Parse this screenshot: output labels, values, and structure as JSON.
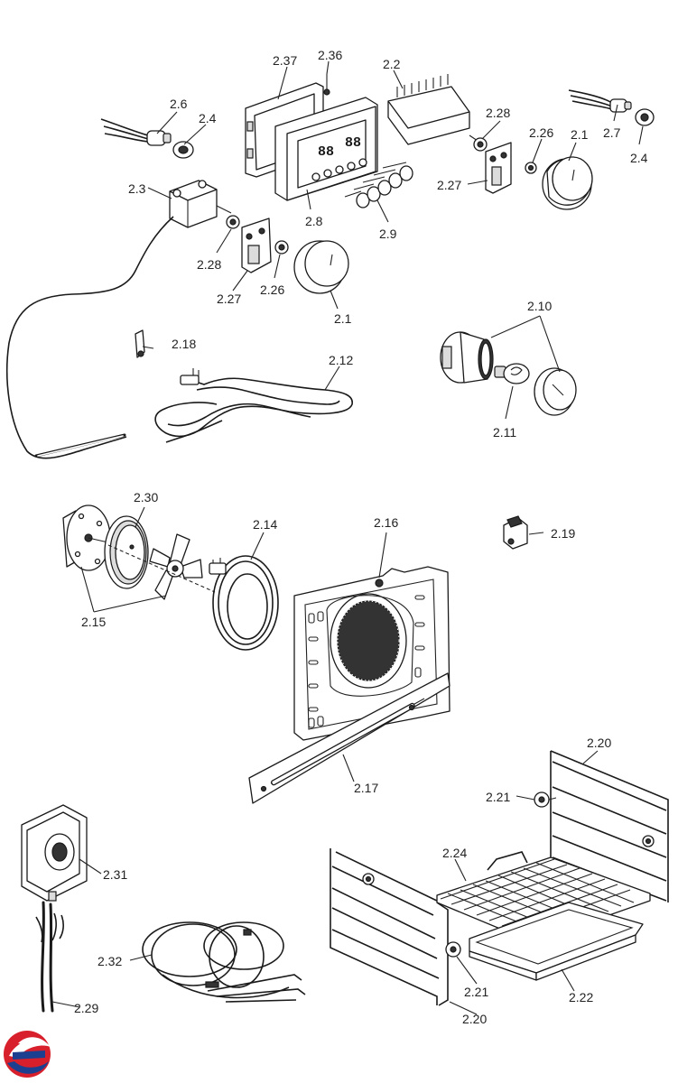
{
  "labels": {
    "l_2_37": "2.37",
    "l_2_36": "2.36",
    "l_2_2": "2.2",
    "l_2_6": "2.6",
    "l_2_4a": "2.4",
    "l_2_28a": "2.28",
    "l_2_26a": "2.26",
    "l_2_1a": "2.1",
    "l_2_7": "2.7",
    "l_2_4b": "2.4",
    "l_2_3": "2.3",
    "l_2_27a": "2.27",
    "l_2_8": "2.8",
    "l_2_9": "2.9",
    "l_2_28b": "2.28",
    "l_2_27b": "2.27",
    "l_2_26b": "2.26",
    "l_2_1b": "2.1",
    "l_2_10": "2.10",
    "l_2_18": "2.18",
    "l_2_12": "2.12",
    "l_2_11": "2.11",
    "l_2_30": "2.30",
    "l_2_14": "2.14",
    "l_2_16": "2.16",
    "l_2_19": "2.19",
    "l_2_15": "2.15",
    "l_2_17": "2.17",
    "l_2_20a": "2.20",
    "l_2_21a": "2.21",
    "l_2_24": "2.24",
    "l_2_31": "2.31",
    "l_2_32": "2.32",
    "l_2_21b": "2.21",
    "l_2_22": "2.22",
    "l_2_29": "2.29",
    "l_2_20b": "2.20"
  },
  "colors": {
    "line": "#1a1a1a",
    "logo_red": "#d7202b",
    "logo_blue": "#1d3f8f"
  },
  "icons": {
    "logo": "brand-logo-icon"
  }
}
